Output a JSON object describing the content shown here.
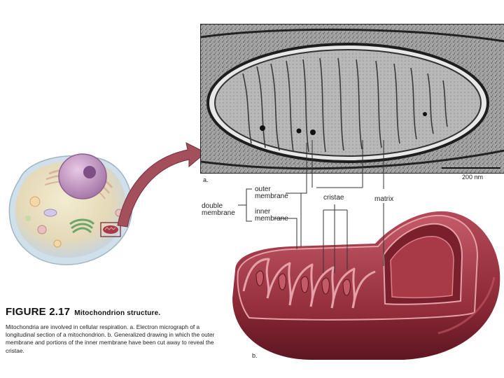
{
  "figure": {
    "number": "FIGURE 2.17",
    "title": "Mitochondrion structure.",
    "caption": "Mitochondria are involved in cellular respiration. a. Electron micrograph of a longitudinal section of a mitochondrion. b. Generalized drawing in which the outer membrane and portions of the inner membrane have been cut away to reveal the cristae."
  },
  "panels": {
    "a": "a.",
    "b": "b."
  },
  "scale_bar": {
    "label": "200 nm"
  },
  "labels": {
    "outer_membrane": [
      "outer",
      "membrane"
    ],
    "inner_membrane": [
      "inner",
      "membrane"
    ],
    "double_membrane": [
      "double",
      "membrane"
    ],
    "cristae": "cristae",
    "matrix": "matrix"
  },
  "colors": {
    "mito_outer": "#8e2a38",
    "mito_inner": "#b44a58",
    "mito_highlight": "#d9808a",
    "mito_dark": "#5e1622",
    "arrow": "#a3505c",
    "micrograph_bg": "#9a9a9a"
  },
  "icons": [
    "animal-cell-illustration",
    "curved-arrow-icon",
    "mitochondrion-drawing",
    "electron-micrograph"
  ]
}
